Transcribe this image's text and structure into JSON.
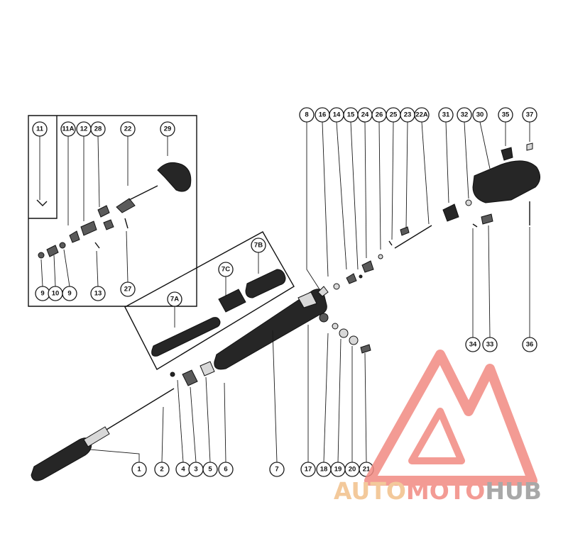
{
  "callouts": {
    "c1": "1",
    "c2": "2",
    "c3": "3",
    "c4": "4",
    "c5": "5",
    "c6": "6",
    "c7": "7",
    "c7a": "7A",
    "c7b": "7B",
    "c7c": "7C",
    "c8": "8",
    "c9a": "9",
    "c9b": "9",
    "c10": "10",
    "c11": "11",
    "c11a": "11A",
    "c12": "12",
    "c13": "13",
    "c14": "14",
    "c15": "15",
    "c16": "16",
    "c17": "17",
    "c18": "18",
    "c19": "19",
    "c20": "20",
    "c21": "21",
    "c22": "22",
    "c22a": "22A",
    "c23": "23",
    "c24": "24",
    "c25": "25",
    "c26": "26",
    "c27": "27",
    "c28": "28",
    "c29": "29",
    "c30": "30",
    "c31": "31",
    "c32": "32",
    "c33": "33",
    "c34": "34",
    "c35": "35",
    "c36": "36",
    "c37": "37"
  },
  "watermark": {
    "part1": "AUTO",
    "part2": "MOTO",
    "part3": "HUB",
    "colors": {
      "auto": "#f2c08a",
      "moto": "#f28a82",
      "hub": "#9a9a9a"
    }
  }
}
